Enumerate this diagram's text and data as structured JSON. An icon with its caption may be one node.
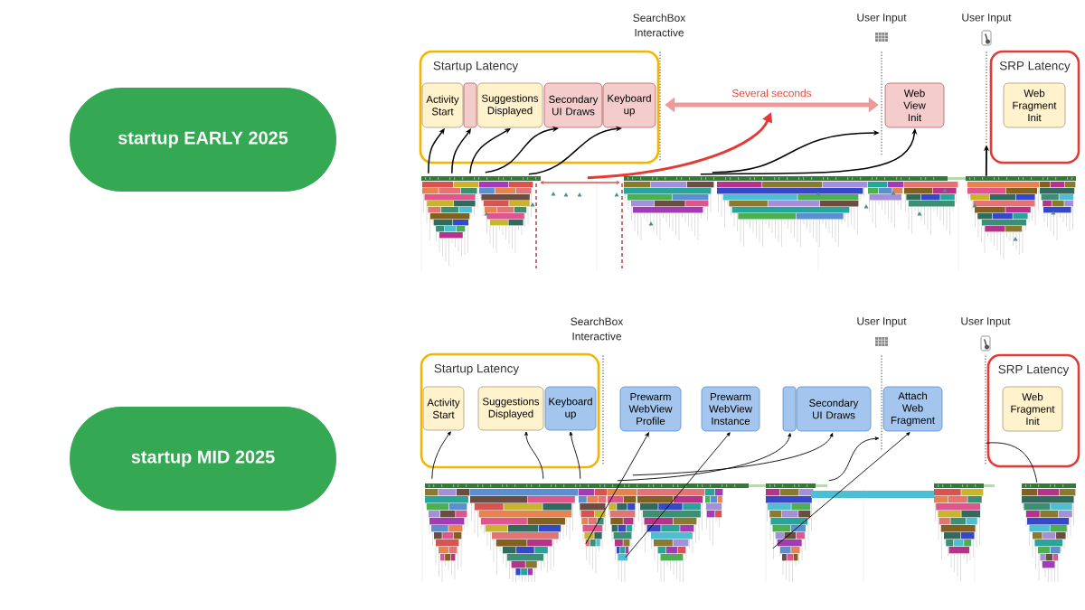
{
  "diagram": {
    "nodes": [
      {
        "text": [
          "startup EARLY 2025"
        ]
      },
      {
        "text": [
          "Startup Latency"
        ]
      },
      {
        "text": [
          "Activity Start"
        ],
        "in": 1
      },
      {
        "text": [],
        "shape": "box",
        "in": 1
      },
      {
        "text": [
          "Suggestions Displayed"
        ],
        "in": 1
      },
      {
        "text": [
          "Secondary UI Draws"
        ],
        "in": 1
      },
      {
        "text": [
          "Keyboard up"
        ],
        "in": 1
      },
      {
        "text": [],
        "shape": "line",
        "beside": [
          "SearchBox Interactive"
        ]
      },
      {
        "text": [],
        "shape": "line",
        "beside": [
          "User Input"
        ]
      },
      {
        "text": [
          "Web View Init"
        ]
      },
      {
        "text": [],
        "shape": "line",
        "beside": [
          "User Input"
        ]
      },
      {
        "text": [
          "SRP Latency"
        ]
      },
      {
        "text": [
          "Web Fragment Init"
        ],
        "in": 11
      },
      {
        "text": [],
        "shape": "picture"
      },
      {
        "text": [
          "startup MID 2025"
        ]
      },
      {
        "text": [
          "Startup Latency"
        ]
      },
      {
        "text": [
          "Activity Start"
        ],
        "in": 15
      },
      {
        "text": [
          "Suggestions Displayed"
        ],
        "in": 15
      },
      {
        "text": [
          "Keyboard up"
        ],
        "in": 15
      },
      {
        "text": [],
        "shape": "line",
        "beside": [
          "SearchBox Interactive"
        ]
      },
      {
        "text": [
          "Prewarm WebView Profile"
        ]
      },
      {
        "text": [
          "Prewarm WebView Instance"
        ]
      },
      {
        "text": [],
        "shape": "box"
      },
      {
        "text": [
          "Secondary UI Draws"
        ]
      },
      {
        "text": [],
        "shape": "line",
        "beside": [
          "User Input"
        ]
      },
      {
        "text": [
          "Attach Web Fragment"
        ]
      },
      {
        "text": [],
        "shape": "line",
        "beside": [
          "User Input"
        ]
      },
      {
        "text": [
          "SRP Latency"
        ]
      },
      {
        "text": [
          "Web Fragment Init"
        ],
        "in": 27
      },
      {
        "text": [],
        "shape": "picture"
      }
    ],
    "edges": [
      {
        "from": 13,
        "to": 2,
        "arrow": "to"
      },
      {
        "from": 13,
        "to": 3,
        "arrow": "to"
      },
      {
        "from": 13,
        "to": 4,
        "arrow": "to"
      },
      {
        "from": 13,
        "to": 5,
        "arrow": "to"
      },
      {
        "from": 13,
        "to": 6,
        "arrow": "to"
      },
      {
        "from": 13,
        "to": null,
        "arrow": "to",
        "style": "thick",
        "color": "#e53935"
      },
      {
        "from": 7,
        "to": 8,
        "arrow": "both",
        "label": "Several seconds",
        "style": "thick",
        "color": "#ef9a9a"
      },
      {
        "from": 13,
        "to": 8,
        "arrow": "to"
      },
      {
        "from": 13,
        "to": 9,
        "arrow": "to"
      },
      {
        "from": 13,
        "to": 10,
        "arrow": "to"
      },
      {
        "from": 29,
        "to": 16,
        "arrow": "to"
      },
      {
        "from": 29,
        "to": 17,
        "arrow": "to"
      },
      {
        "from": 29,
        "to": 18,
        "arrow": "to"
      },
      {
        "from": 29,
        "to": 20,
        "arrow": "to"
      },
      {
        "from": 29,
        "to": 21,
        "arrow": "to"
      },
      {
        "from": 29,
        "to": 22,
        "arrow": "to"
      },
      {
        "from": 29,
        "to": 23,
        "arrow": "to"
      },
      {
        "from": 29,
        "to": 24,
        "arrow": "to"
      },
      {
        "from": 29,
        "to": 25,
        "arrow": "to"
      },
      {
        "from": 26,
        "to": 29,
        "arrow": "none"
      }
    ]
  }
}
